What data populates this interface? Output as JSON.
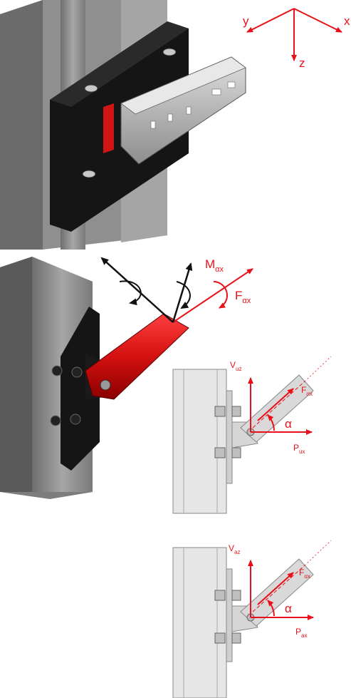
{
  "axes": {
    "x": "x",
    "y": "y",
    "z": "z"
  },
  "panel2": {
    "moment": {
      "main": "M",
      "sub": "αx"
    },
    "force": {
      "main": "F",
      "sub": "αx"
    }
  },
  "panel3": {
    "vertical": {
      "main": "V",
      "sub": "uz"
    },
    "force": {
      "main": "F",
      "sub": "αx"
    },
    "angle": "α",
    "horizontal": {
      "main": "P",
      "sub": "ux"
    }
  },
  "panel4": {
    "vertical": {
      "main": "V",
      "sub": "az"
    },
    "force": {
      "main": "F",
      "sub": "αx"
    },
    "angle": "α",
    "horizontal": {
      "main": "P",
      "sub": "ax"
    }
  },
  "colors": {
    "force": "#e8111a",
    "steel": "#8c8c8c",
    "plate": "#151515",
    "highlight": "#d11414"
  }
}
